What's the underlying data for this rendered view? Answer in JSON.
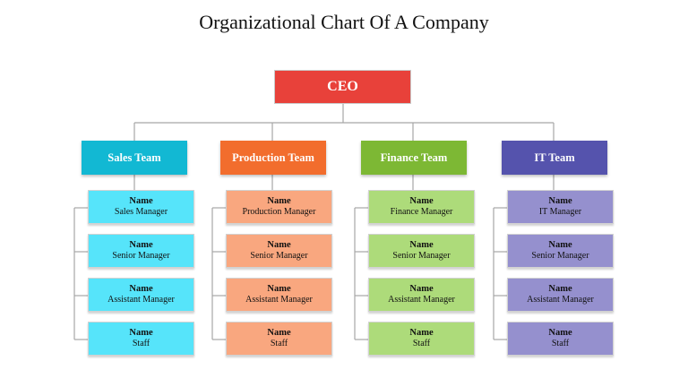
{
  "title": "Organizational Chart Of A Company",
  "ceo": {
    "label": "CEO",
    "color": "#e8413a"
  },
  "teams": [
    {
      "label": "Sales Team",
      "header_color": "#12b8d3",
      "card_color": "#56e4fa",
      "members": [
        {
          "name": "Name",
          "role": "Sales Manager"
        },
        {
          "name": "Name",
          "role": "Senior Manager"
        },
        {
          "name": "Name",
          "role": "Assistant Manager"
        },
        {
          "name": "Name",
          "role": "Staff"
        }
      ]
    },
    {
      "label": "Production Team",
      "header_color": "#f26d2d",
      "card_color": "#f9a77f",
      "members": [
        {
          "name": "Name",
          "role": "Production Manager"
        },
        {
          "name": "Name",
          "role": "Senior Manager"
        },
        {
          "name": "Name",
          "role": "Assistant Manager"
        },
        {
          "name": "Name",
          "role": "Staff"
        }
      ]
    },
    {
      "label": "Finance Team",
      "header_color": "#7db834",
      "card_color": "#addb7a",
      "members": [
        {
          "name": "Name",
          "role": "Finance Manager"
        },
        {
          "name": "Name",
          "role": "Senior Manager"
        },
        {
          "name": "Name",
          "role": "Assistant Manager"
        },
        {
          "name": "Name",
          "role": "Staff"
        }
      ]
    },
    {
      "label": "IT Team",
      "header_color": "#5553ad",
      "card_color": "#9590ce",
      "members": [
        {
          "name": "Name",
          "role": "IT Manager"
        },
        {
          "name": "Name",
          "role": "Senior Manager"
        },
        {
          "name": "Name",
          "role": "Assistant Manager"
        },
        {
          "name": "Name",
          "role": "Staff"
        }
      ]
    }
  ]
}
